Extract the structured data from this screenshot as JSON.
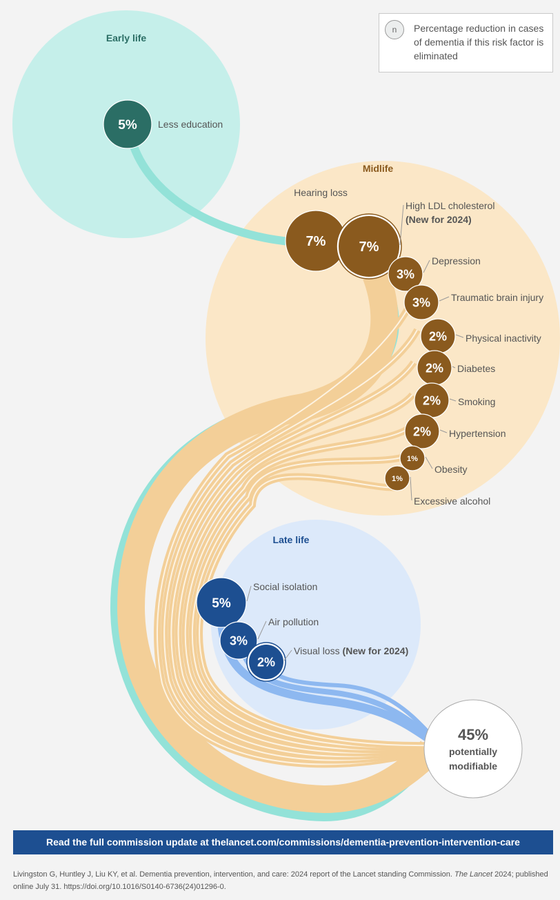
{
  "legend": {
    "key": "n",
    "text": "Percentage reduction in cases of dementia if this risk factor is eliminated"
  },
  "stages": {
    "early": "Early life",
    "mid": "Midlife",
    "late": "Late life"
  },
  "risk_factors": [
    {
      "stage": "early",
      "label": "Less education",
      "percent": 5,
      "value_label": "5%",
      "new": ""
    },
    {
      "stage": "mid",
      "label": "Hearing loss",
      "percent": 7,
      "value_label": "7%",
      "new": ""
    },
    {
      "stage": "mid",
      "label": "High LDL cholesterol",
      "percent": 7,
      "value_label": "7%",
      "new": "(New for 2024)"
    },
    {
      "stage": "mid",
      "label": "Depression",
      "percent": 3,
      "value_label": "3%",
      "new": ""
    },
    {
      "stage": "mid",
      "label": "Traumatic brain injury",
      "percent": 3,
      "value_label": "3%",
      "new": ""
    },
    {
      "stage": "mid",
      "label": "Physical inactivity",
      "percent": 2,
      "value_label": "2%",
      "new": ""
    },
    {
      "stage": "mid",
      "label": "Diabetes",
      "percent": 2,
      "value_label": "2%",
      "new": ""
    },
    {
      "stage": "mid",
      "label": "Smoking",
      "percent": 2,
      "value_label": "2%",
      "new": ""
    },
    {
      "stage": "mid",
      "label": "Hypertension",
      "percent": 2,
      "value_label": "2%",
      "new": ""
    },
    {
      "stage": "mid",
      "label": "Obesity",
      "percent": 1,
      "value_label": "1%",
      "new": ""
    },
    {
      "stage": "mid",
      "label": "Excessive alcohol",
      "percent": 1,
      "value_label": "1%",
      "new": ""
    },
    {
      "stage": "late",
      "label": "Social isolation",
      "percent": 5,
      "value_label": "5%",
      "new": ""
    },
    {
      "stage": "late",
      "label": "Air pollution",
      "percent": 3,
      "value_label": "3%",
      "new": ""
    },
    {
      "stage": "late",
      "label": "Visual loss",
      "percent": 2,
      "value_label": "2%",
      "new": "(New for 2024)"
    }
  ],
  "total": {
    "value": "45%",
    "line1": "potentially",
    "line2": "modifiable"
  },
  "banner": "Read the full commission update at thelancet.com/commissions/dementia-prevention-intervention-care",
  "citation": {
    "pre": "Livingston G, Huntley J, Liu KY, et al.  Dementia prevention, intervention, and care: 2024 report of the Lancet standing Commission. ",
    "journal": "The Lancet",
    "post": " 2024; published online July 31. https://doi.org/10.1016/S0140-6736(24)01296-0."
  },
  "colors": {
    "early_bg": "#c5efea",
    "early_node": "#2b6e65",
    "early_band": "#93e2d8",
    "mid_bg": "#fbe7c7",
    "mid_node": "#8a5a1e",
    "mid_band": "#f3cf98",
    "mid_title": "#8a5a1e",
    "late_bg": "#dce9fa",
    "late_node": "#1d4f91",
    "late_band": "#8db8f0",
    "late_title": "#1d4f91",
    "early_title": "#2b6e65"
  }
}
